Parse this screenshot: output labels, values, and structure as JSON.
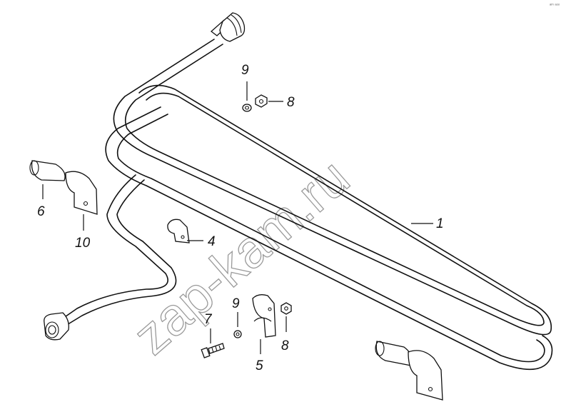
{
  "watermark": "zap-kam.ru",
  "corner_mark": "ᵃᵐ ᵃᵒᵒ",
  "callouts": {
    "p1": "1",
    "p4": "4",
    "p5": "5",
    "p6": "6",
    "p7": "7",
    "p8_top": "8",
    "p8_bottom": "8",
    "p9_top": "9",
    "p9_bottom": "9",
    "p10": "10"
  }
}
